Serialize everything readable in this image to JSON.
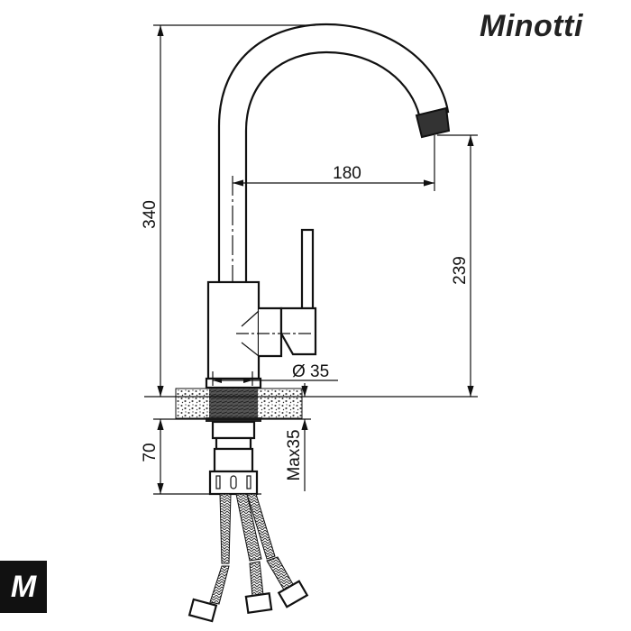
{
  "brand": {
    "logo_text": "Minotti",
    "badge_letter": "M"
  },
  "dimensions": {
    "total_height": "340",
    "spout_reach": "180",
    "spout_height": "239",
    "base_diameter": "Ø 35",
    "max_counter_thickness": "Max35",
    "shank_length": "70"
  }
}
